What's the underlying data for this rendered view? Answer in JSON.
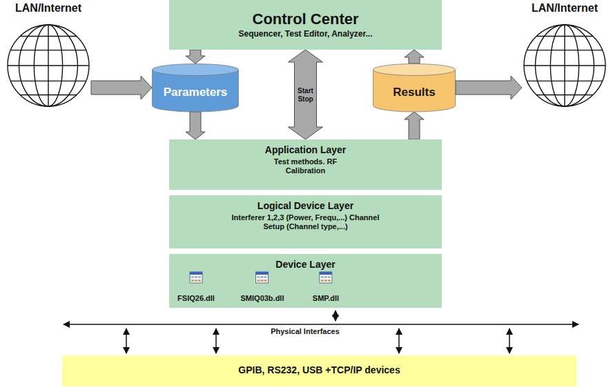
{
  "diagram": {
    "nodes": [
      {
        "text": [
          "LAN/Internet"
        ]
      },
      {
        "text": [
          "Control Center",
          "Sequencer, Test Editor, Analyzer..."
        ]
      },
      {
        "text": [
          "LAN/Internet"
        ]
      },
      {
        "text": [
          "Parameters"
        ]
      },
      {
        "text": [
          "Results"
        ]
      },
      {
        "text": [
          "Application Layer",
          "Test methods. RF Calibration"
        ]
      },
      {
        "text": [
          "Logical Device Layer",
          "Interferer 1,2,3 (Power, Frequ,...) Channel Setup (Channel type,...)"
        ]
      },
      {
        "text": [
          "Device Layer"
        ]
      },
      {
        "text": [
          "GPIB, RS232, USB +TCP/IP devices"
        ]
      }
    ],
    "edges": [
      {
        "from": 0,
        "to": 3,
        "arrow": "to"
      },
      {
        "from": 1,
        "to": 3,
        "arrow": "to"
      },
      {
        "from": 3,
        "to": 5,
        "arrow": "to"
      },
      {
        "from": 1,
        "to": 5,
        "label": "Start Stop",
        "arrow": "both"
      },
      {
        "from": 5,
        "to": 4,
        "arrow": "to"
      },
      {
        "from": 4,
        "to": 1,
        "arrow": "to"
      },
      {
        "from": 4,
        "to": 2,
        "arrow": "to"
      }
    ],
    "labels": [
      "FSIQ26.dll",
      "SMIQ03b.dll",
      "SMP.dll",
      "Physical Interfaces"
    ]
  }
}
